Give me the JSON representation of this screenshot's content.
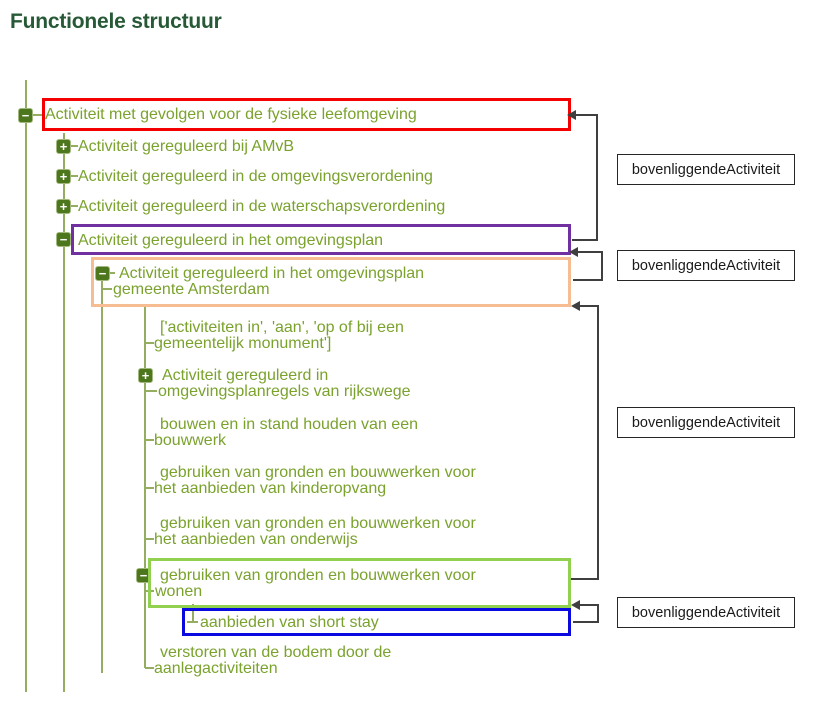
{
  "title": "Functionele structuur",
  "relation_label": "bovenliggendeActiviteit",
  "icons": {
    "collapse_glyph": "−",
    "expand_glyph": "+"
  },
  "tree": {
    "root": {
      "label": "Activiteit met gevolgen voor de fysieke leefomgeving"
    },
    "amvb": {
      "label": "Activiteit gereguleerd bij AMvB"
    },
    "omgevingsverordening": {
      "label": "Activiteit gereguleerd in de omgevingsverordening"
    },
    "waterschapsverordening": {
      "label": "Activiteit gereguleerd in de waterschapsverordening"
    },
    "omgevingsplan": {
      "label": "Activiteit gereguleerd in het omgevingsplan"
    },
    "amsterdam": {
      "line1": "Activiteit gereguleerd in het omgevingsplan",
      "line2": "gemeente Amsterdam"
    },
    "monument": {
      "line1": "['activiteiten in', 'aan', 'op of bij een",
      "line2": "gemeentelijk monument']"
    },
    "rijkswege": {
      "line1": "Activiteit gereguleerd in",
      "line2": "omgevingsplanregels van rijkswege"
    },
    "bouwen": {
      "line1": "bouwen en in stand houden van een",
      "line2": "bouwwerk"
    },
    "kinderopvang": {
      "line1": "gebruiken van gronden en bouwwerken voor",
      "line2": "het aanbieden van kinderopvang"
    },
    "onderwijs": {
      "line1": "gebruiken van gronden en bouwwerken voor",
      "line2": "het aanbieden van onderwijs"
    },
    "wonen": {
      "line1": "gebruiken van gronden en bouwwerken voor",
      "line2": "wonen"
    },
    "shortstay": {
      "label": "aanbieden van short stay"
    },
    "verstoren": {
      "line1": "verstoren van de bodem door de",
      "line2": "aanlegactiviteiten"
    }
  },
  "colors": {
    "title": "#275937",
    "tree_text": "#7aa22d",
    "tree_line": "#94ad60",
    "icon_bg": "#4c771d",
    "icon_border": "#a3b87d",
    "highlight_red": "#f50000",
    "highlight_purple": "#7030a0",
    "highlight_orange": "#f5bd91",
    "highlight_green": "#92d050",
    "highlight_blue": "#0a0ae0",
    "connector": "#3f3f3f",
    "label_border": "#262626",
    "label_text": "#1a1a1a"
  }
}
